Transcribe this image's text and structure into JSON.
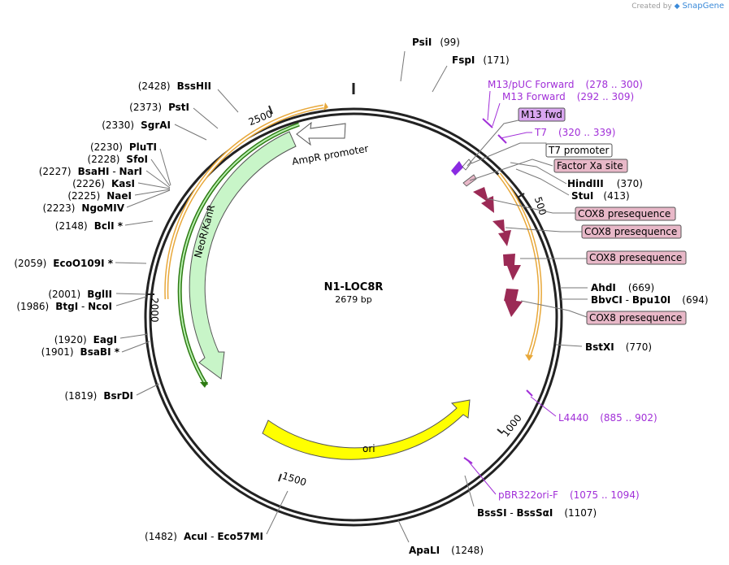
{
  "credit": {
    "prefix": "Created by",
    "brand": "SnapGene"
  },
  "plasmid": {
    "name": "N1-LOC8R",
    "length": "2679 bp"
  },
  "ticks": [
    "2500",
    "500",
    "1000",
    "1500",
    "2000"
  ],
  "enzymes_right": [
    {
      "name": "PsiI",
      "pos": "(99)"
    },
    {
      "name": "FspI",
      "pos": "(171)"
    },
    {
      "name": "HindIII",
      "pos": "(370)"
    },
    {
      "name": "StuI",
      "pos": "(413)"
    },
    {
      "name": "AhdI",
      "pos": "(669)"
    },
    {
      "name": "BbvCI",
      "sep": " - ",
      "name2": "Bpu10I",
      "pos": "(694)"
    },
    {
      "name": "BstXI",
      "pos": "(770)"
    },
    {
      "name": "BssSI",
      "sep": " - ",
      "name2": "BssSαI",
      "pos": "(1107)"
    },
    {
      "name": "ApaLI",
      "pos": "(1248)"
    }
  ],
  "enzymes_left": [
    {
      "name": "BssHII",
      "pos": "(2428)"
    },
    {
      "name": "PstI",
      "pos": "(2373)"
    },
    {
      "name": "SgrAI",
      "pos": "(2330)"
    },
    {
      "name": "PluTI",
      "pos": "(2230)"
    },
    {
      "name": "SfoI",
      "pos": "(2228)"
    },
    {
      "name": "BsaHI",
      "sep": " - ",
      "name2": "NarI",
      "pos": "(2227)"
    },
    {
      "name": "KasI",
      "pos": "(2226)"
    },
    {
      "name": "NaeI",
      "pos": "(2225)"
    },
    {
      "name": "NgoMIV",
      "pos": "(2223)"
    },
    {
      "name": "BclI *",
      "pos": "(2148)"
    },
    {
      "name": "EcoO109I *",
      "pos": "(2059)"
    },
    {
      "name": "BglII",
      "pos": "(2001)"
    },
    {
      "name": "BtgI",
      "sep": " - ",
      "name2": "NcoI",
      "pos": "(1986)"
    },
    {
      "name": "EagI",
      "pos": "(1920)"
    },
    {
      "name": "BsaBI *",
      "pos": "(1901)"
    },
    {
      "name": "BsrDI",
      "pos": "(1819)"
    },
    {
      "name": "AcuI",
      "sep": " - ",
      "name2": "Eco57MI",
      "pos": "(1482)"
    }
  ],
  "primers": [
    {
      "name": "M13/pUC Forward",
      "pos": "(278 .. 300)"
    },
    {
      "name": "M13 Forward",
      "pos": "(292 .. 309)"
    },
    {
      "name": "T7",
      "pos": "(320 .. 339)"
    },
    {
      "name": "L4440",
      "pos": "(885 .. 902)"
    },
    {
      "name": "pBR322ori-F",
      "pos": "(1075 .. 1094)"
    }
  ],
  "boxed_features": [
    {
      "name": "M13 fwd",
      "fill": "#d9a6f0"
    },
    {
      "name": "T7 promoter",
      "fill": "#ffffff"
    },
    {
      "name": "Factor Xa site",
      "fill": "#e8b8c8"
    },
    {
      "name": "COX8 presequence",
      "fill": "#e8b8c8"
    },
    {
      "name": "COX8 presequence",
      "fill": "#e8b8c8"
    },
    {
      "name": "COX8 presequence",
      "fill": "#e8b8c8"
    },
    {
      "name": "COX8 presequence",
      "fill": "#e8b8c8"
    }
  ],
  "arc_features": [
    {
      "name": "AmpR promoter",
      "fill": "#ffffff"
    },
    {
      "name": "NeoR/KanR",
      "fill": "#c8f5c8"
    },
    {
      "name": "ori",
      "fill": "#ffff00"
    }
  ],
  "colors": {
    "backbone": "#222222",
    "orange_arc": "#e8a83a",
    "green_arc": "#2d7a12",
    "cox8": "#9b2a55",
    "primer": "#a12fd8",
    "neor": "#c8f5c8",
    "ori": "#ffff00"
  }
}
